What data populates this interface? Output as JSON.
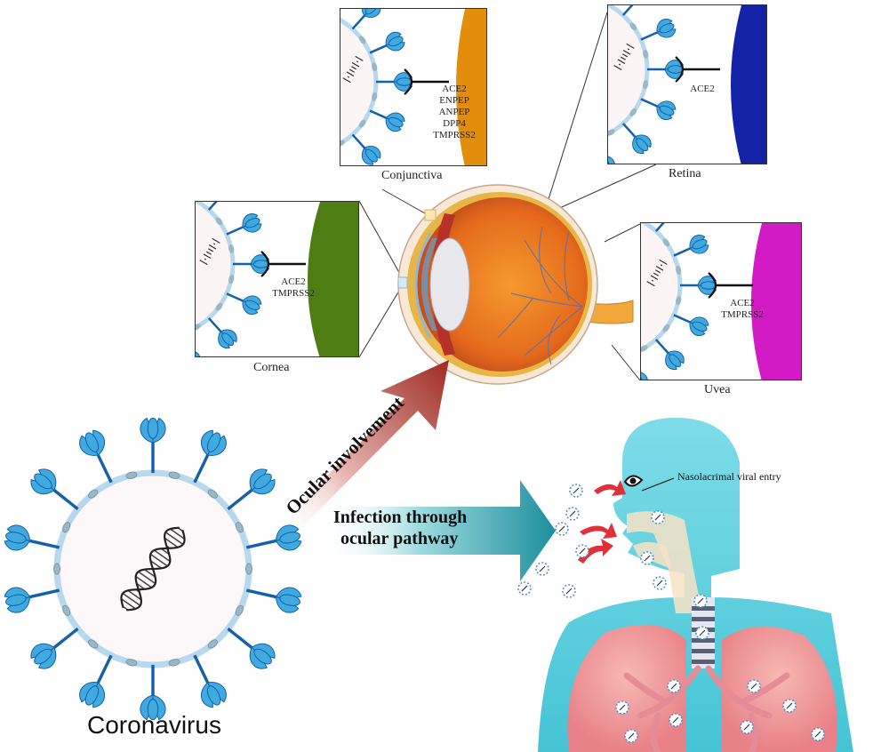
{
  "panels": {
    "conjunctiva": {
      "caption": "Conjunctiva",
      "receptors": [
        "ACE2",
        "ENPEP",
        "ANPEP",
        "DPP4",
        "TMPRSS2"
      ],
      "tissue_color": "#E38D0C"
    },
    "retina": {
      "caption": "Retina",
      "receptors": [
        "ACE2"
      ],
      "tissue_color": "#1322A6"
    },
    "cornea": {
      "caption": "Cornea",
      "receptors": [
        "ACE2",
        "TMPRSS2"
      ],
      "tissue_color": "#4E7D14"
    },
    "uvea": {
      "caption": "Uvea",
      "receptors": [
        "ACE2",
        "TMPRSS2"
      ],
      "tissue_color": "#D21BC4"
    }
  },
  "arrows": {
    "ocular": {
      "label": "Ocular involvement"
    },
    "infection": {
      "label_line1": "Infection through",
      "label_line2": "ocular pathway"
    }
  },
  "virus": {
    "label": "Coronavirus"
  },
  "human": {
    "annotation": "Nasolacrimal viral entry"
  },
  "colors": {
    "spike": "#3FA9E0",
    "spike_dark": "#1560A8",
    "membrane": "#B8D8EE",
    "skin": "#5FD2E0",
    "lung": "#F29AA0"
  }
}
